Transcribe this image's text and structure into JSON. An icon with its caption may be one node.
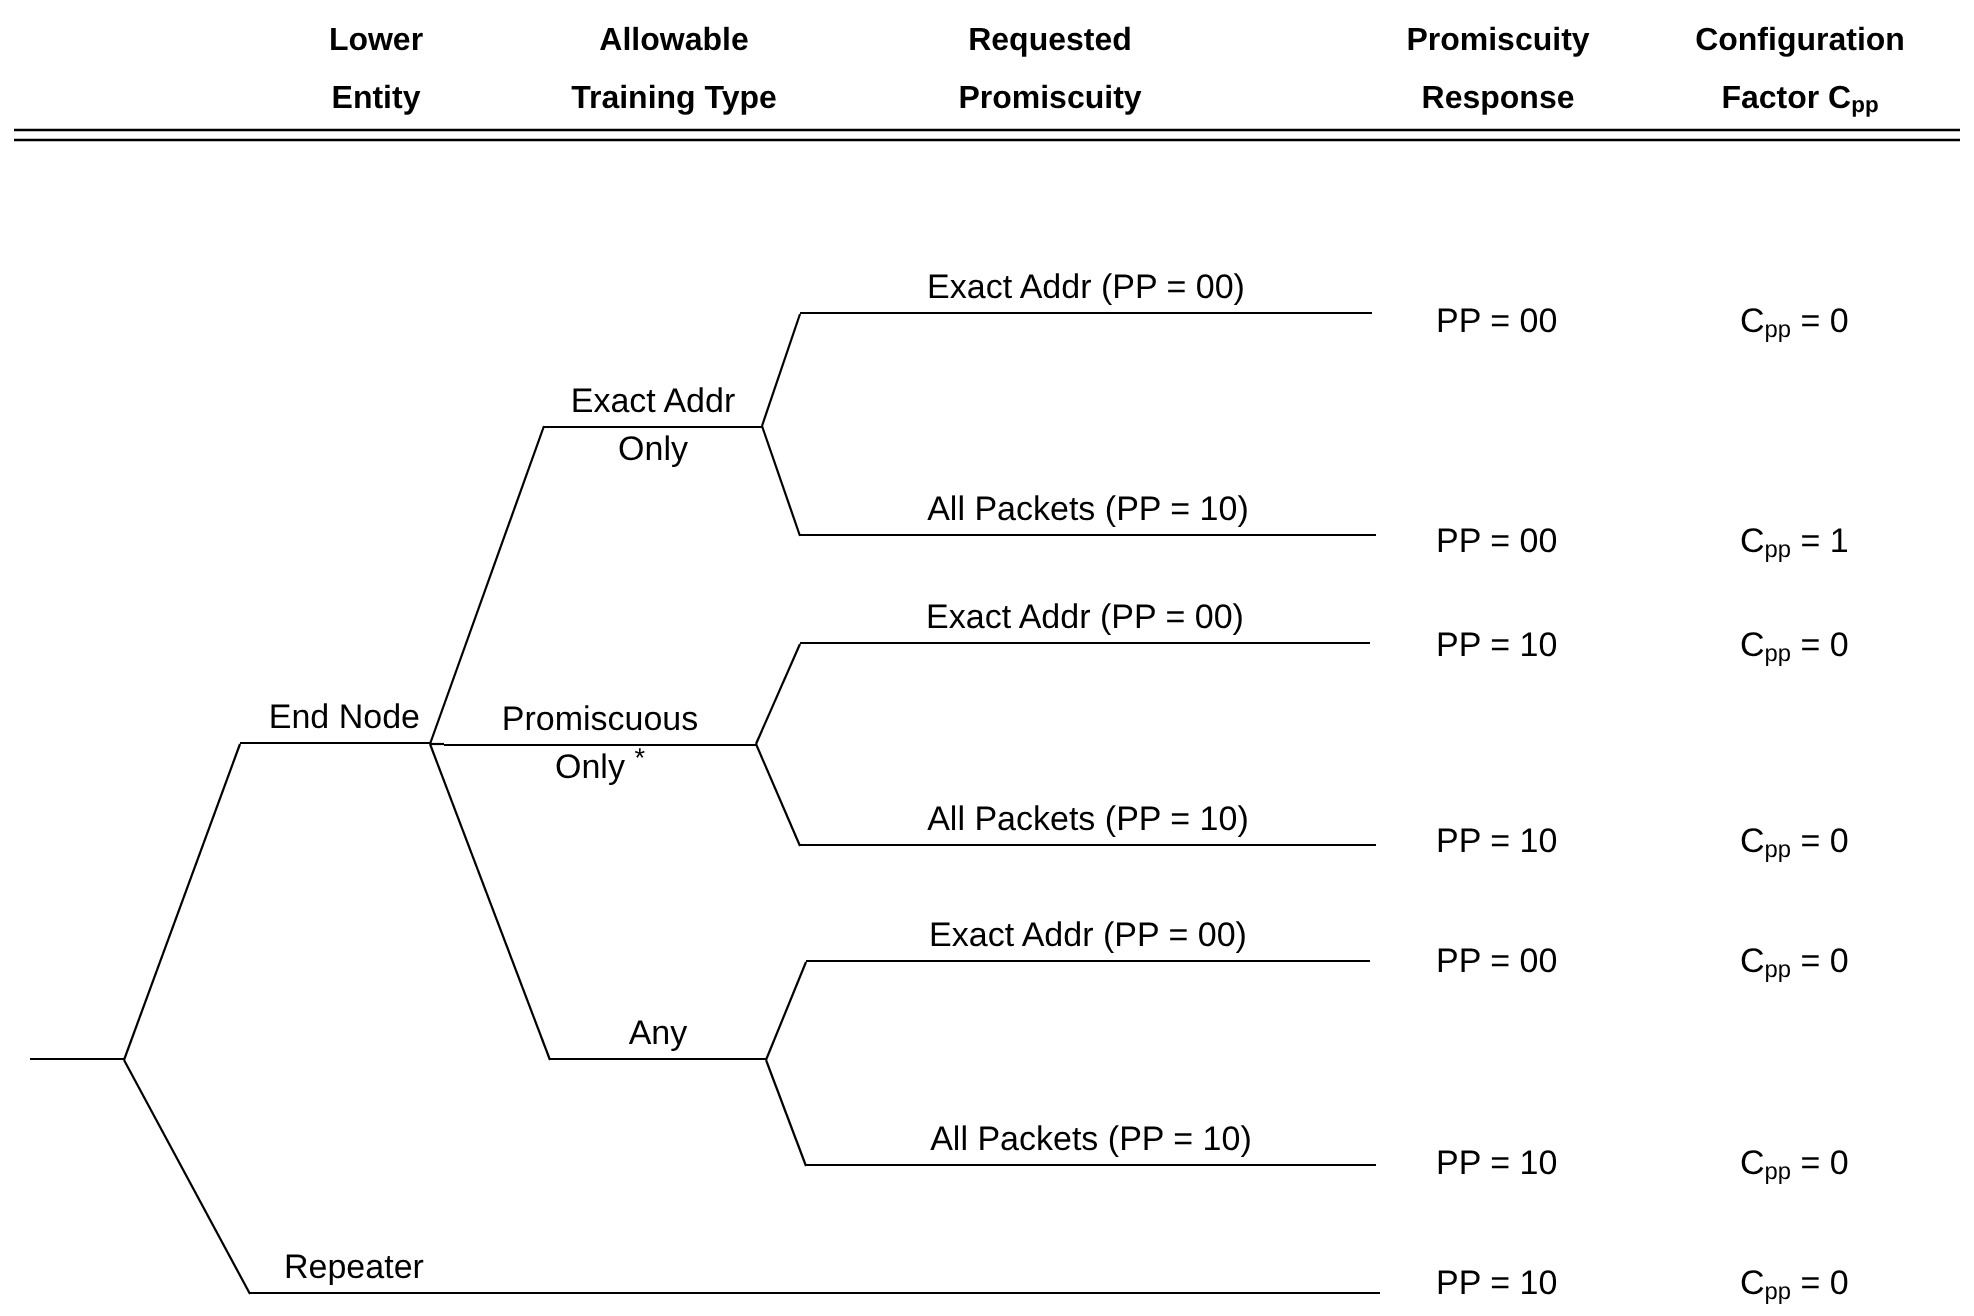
{
  "diagram": {
    "nodes": [
      {
        "text": [],
        "shape": "bar"
      },
      {
        "text": [
          "End Node"
        ]
      },
      {
        "text": [
          "Exact Addr Only"
        ]
      },
      {
        "text": [
          "Promiscuous Only $^{*}$"
        ]
      },
      {
        "text": [
          "Any"
        ]
      },
      {
        "text": [
          "Repeater"
        ]
      },
      {
        "text": [
          "Exact Addr (PP = 00)"
        ]
      },
      {
        "text": [
          "All Packets (PP = 10)"
        ]
      },
      {
        "text": [
          "Exact Addr (PP = 00)"
        ]
      },
      {
        "text": [
          "All Packets (PP = 10)"
        ]
      },
      {
        "text": [
          "Exact Addr (PP = 00)"
        ]
      },
      {
        "text": [
          "All Packets (PP = 10)"
        ]
      }
    ],
    "edges": [
      {
        "from": 0,
        "to": 1,
        "arrow": "none"
      },
      {
        "from": 0,
        "to": 5,
        "arrow": "none"
      },
      {
        "from": 1,
        "to": 2,
        "arrow": "none"
      },
      {
        "from": 1,
        "to": 3,
        "arrow": "none"
      },
      {
        "from": 1,
        "to": 4,
        "arrow": "none"
      },
      {
        "from": 2,
        "to": 6,
        "arrow": "none"
      },
      {
        "from": 2,
        "to": 7,
        "arrow": "none"
      },
      {
        "from": 3,
        "to": 8,
        "arrow": "none"
      },
      {
        "from": 3,
        "to": 9,
        "arrow": "none"
      },
      {
        "from": 4,
        "to": 10,
        "arrow": "none"
      },
      {
        "from": 4,
        "to": 11,
        "arrow": "none"
      }
    ],
    "labels": [
      "Lower Entity",
      "Allowable Training Type",
      "Requested Promiscuity",
      "Promiscuity Response",
      "Configuration Factor C$_{pp}$",
      "PP = 00",
      "C$_{pp}$ = 0",
      "PP = 00",
      "C$_{pp}$ = 1",
      "PP = 10",
      "C$_{pp}$ = 0",
      "PP = 10",
      "C$_{pp}$ = 0",
      "PP = 00",
      "C$_{pp}$ = 0",
      "PP = 10",
      "C$_{pp}$ = 0",
      "PP = 10",
      "C$_{pp}$ = 0"
    ]
  }
}
